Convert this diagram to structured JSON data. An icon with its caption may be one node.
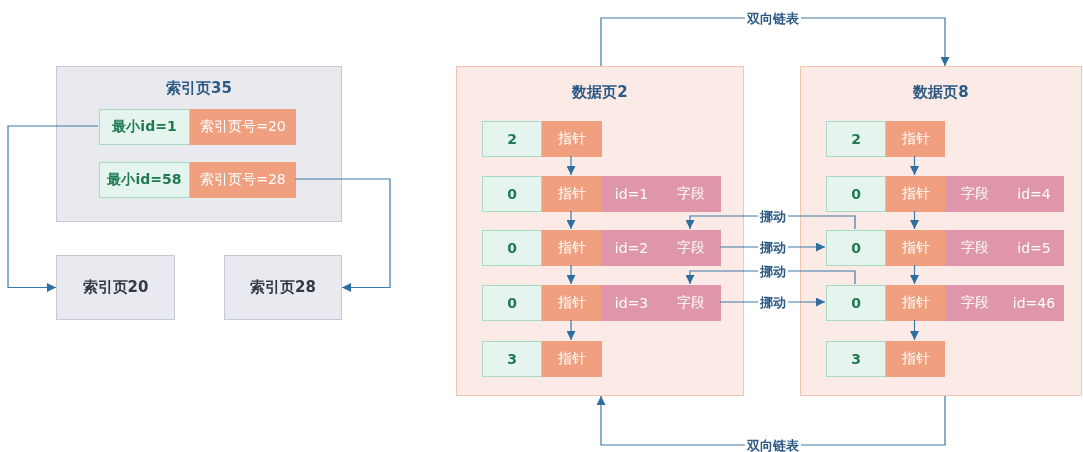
{
  "diagram": {
    "nodes": [
      {
        "text": [
          "索引页35"
        ]
      },
      {
        "text": [
          "最小id=1"
        ],
        "in": 0
      },
      {
        "text": [
          "索引页号=20"
        ],
        "in": 0
      },
      {
        "text": [
          "最小id=58"
        ],
        "in": 0
      },
      {
        "text": [
          "索引页号=28"
        ],
        "in": 0
      },
      {
        "text": [
          "索引页20"
        ]
      },
      {
        "text": [
          "索引页28"
        ]
      },
      {
        "text": [
          "数据页2"
        ]
      },
      {
        "text": [
          "2"
        ],
        "in": 7
      },
      {
        "text": [
          "指针"
        ],
        "in": 7
      },
      {
        "text": [
          "0"
        ],
        "in": 7
      },
      {
        "text": [
          "指针"
        ],
        "in": 7
      },
      {
        "text": [
          "id=1"
        ],
        "in": 7
      },
      {
        "text": [
          "字段"
        ],
        "in": 7
      },
      {
        "text": [
          "0"
        ],
        "in": 7
      },
      {
        "text": [
          "指针"
        ],
        "in": 7
      },
      {
        "text": [
          "id=2"
        ],
        "in": 7
      },
      {
        "text": [
          "字段"
        ],
        "in": 7
      },
      {
        "text": [
          "0"
        ],
        "in": 7
      },
      {
        "text": [
          "指针"
        ],
        "in": 7
      },
      {
        "text": [
          "id=3"
        ],
        "in": 7
      },
      {
        "text": [
          "字段"
        ],
        "in": 7
      },
      {
        "text": [
          "3"
        ],
        "in": 7
      },
      {
        "text": [
          "指针"
        ],
        "in": 7
      },
      {
        "text": [
          "数据页8"
        ]
      },
      {
        "text": [
          "2"
        ],
        "in": 24
      },
      {
        "text": [
          "指针"
        ],
        "in": 24
      },
      {
        "text": [
          "0"
        ],
        "in": 24
      },
      {
        "text": [
          "指针"
        ],
        "in": 24
      },
      {
        "text": [
          "字段"
        ],
        "in": 24
      },
      {
        "text": [
          "id=4"
        ],
        "in": 24
      },
      {
        "text": [
          "0"
        ],
        "in": 24
      },
      {
        "text": [
          "指针"
        ],
        "in": 24
      },
      {
        "text": [
          "字段"
        ],
        "in": 24
      },
      {
        "text": [
          "id=5"
        ],
        "in": 24
      },
      {
        "text": [
          "0"
        ],
        "in": 24
      },
      {
        "text": [
          "指针"
        ],
        "in": 24
      },
      {
        "text": [
          "字段"
        ],
        "in": 24
      },
      {
        "text": [
          "id=46"
        ],
        "in": 24
      },
      {
        "text": [
          "3"
        ],
        "in": 24
      },
      {
        "text": [
          "指针"
        ],
        "in": 24
      }
    ],
    "edges": [
      {
        "from": 1,
        "to": 5,
        "arrow": "to"
      },
      {
        "from": 4,
        "to": 6,
        "arrow": "to"
      },
      {
        "from": 7,
        "to": 24,
        "arrow": "to",
        "label": "双向链表"
      },
      {
        "from": 24,
        "to": 7,
        "arrow": "to",
        "label": "双向链表"
      },
      {
        "from": 9,
        "to": 11,
        "arrow": "to"
      },
      {
        "from": 11,
        "to": 15,
        "arrow": "to"
      },
      {
        "from": 15,
        "to": 19,
        "arrow": "to"
      },
      {
        "from": 19,
        "to": 23,
        "arrow": "to"
      },
      {
        "from": 26,
        "to": 28,
        "arrow": "to"
      },
      {
        "from": 28,
        "to": 32,
        "arrow": "to"
      },
      {
        "from": 32,
        "to": 36,
        "arrow": "to"
      },
      {
        "from": 36,
        "to": 40,
        "arrow": "to"
      },
      {
        "from": 31,
        "to": 17,
        "arrow": "to",
        "label": "挪动"
      },
      {
        "from": 17,
        "to": 31,
        "arrow": "to",
        "label": "挪动"
      },
      {
        "from": 35,
        "to": 21,
        "arrow": "to",
        "label": "挪动"
      },
      {
        "from": 21,
        "to": 35,
        "arrow": "to",
        "label": "挪动"
      }
    ]
  }
}
